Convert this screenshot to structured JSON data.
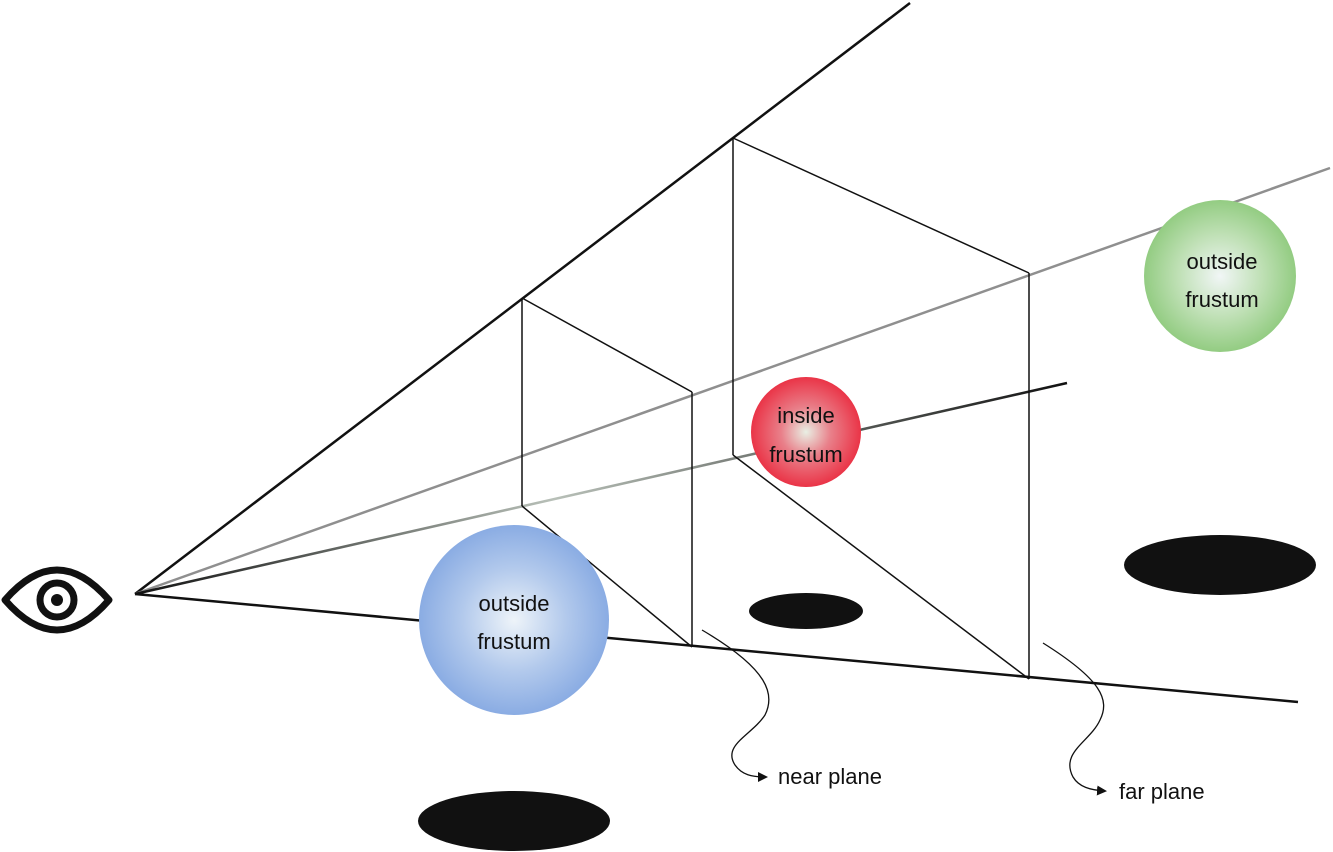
{
  "spheres": [
    {
      "id": "blue",
      "line1": "outside",
      "line2": "frustum",
      "color": "#8fb0e4"
    },
    {
      "id": "red",
      "line1": "inside",
      "line2": "frustum",
      "color": "#ea3a4a"
    },
    {
      "id": "green",
      "line1": "outside",
      "line2": "frustum",
      "color": "#96cd86"
    }
  ],
  "labels": {
    "near_plane": "near plane",
    "far_plane": "far plane"
  },
  "icons": {
    "eye": "eye-icon"
  }
}
